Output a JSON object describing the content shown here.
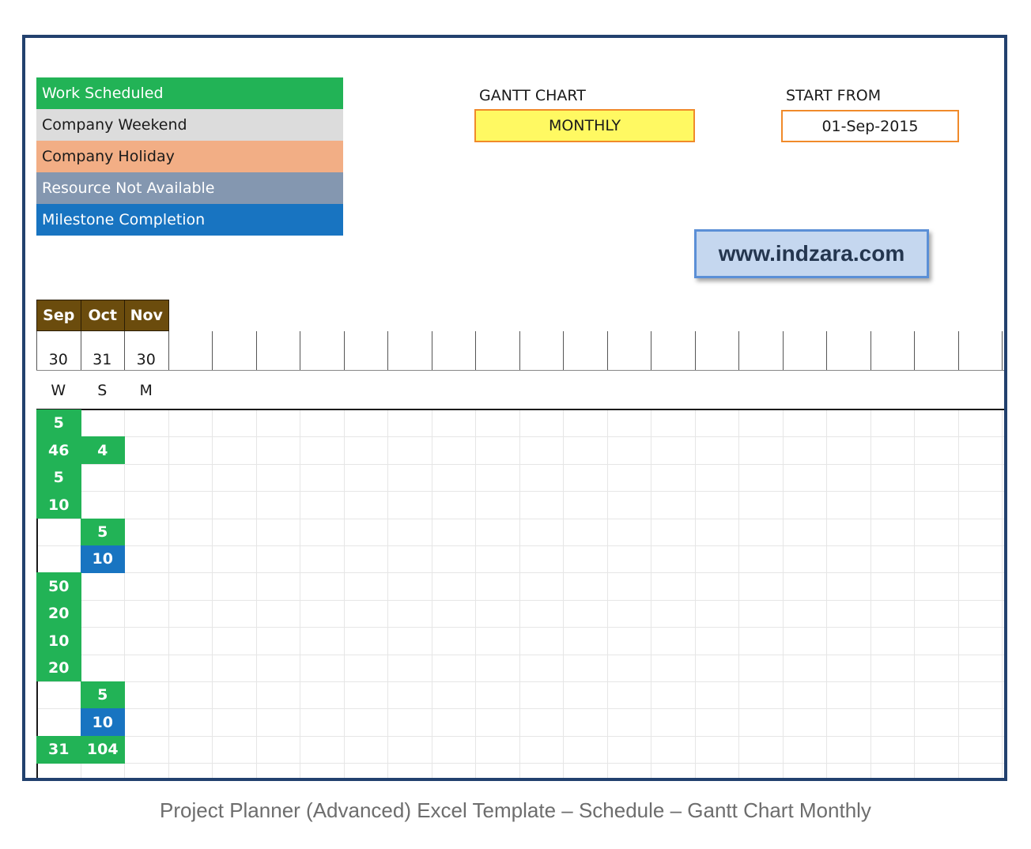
{
  "legend": [
    {
      "label": "Work Scheduled",
      "bg": "#22b356",
      "fg": "#ffffff"
    },
    {
      "label": "Company Weekend",
      "bg": "#dcdcdc",
      "fg": "#1a1a1a"
    },
    {
      "label": "Company Holiday",
      "bg": "#f2ae85",
      "fg": "#1a1a1a"
    },
    {
      "label": "Resource Not Available",
      "bg": "#8497b0",
      "fg": "#ffffff"
    },
    {
      "label": "Milestone Completion",
      "bg": "#1874c1",
      "fg": "#ffffff"
    }
  ],
  "gantt_chart": {
    "label": "GANTT CHART",
    "value": "MONTHLY"
  },
  "start_from": {
    "label": "START FROM",
    "value": "01-Sep-2015"
  },
  "watermark": "www.indzara.com",
  "colors": {
    "work": "#22b356",
    "milestone": "#1874c1",
    "month_header": "#6b4c0d",
    "frame": "#22416e",
    "dropdown_bg": "#fff962",
    "dropdown_border": "#f08a2a"
  },
  "schedule": {
    "months": [
      "Sep",
      "Oct",
      "Nov"
    ],
    "days": [
      "30",
      "31",
      "30"
    ],
    "weekdays": [
      "W",
      "S",
      "M"
    ],
    "rows": [
      [
        {
          "v": "5",
          "t": "work"
        },
        null,
        null
      ],
      [
        {
          "v": "46",
          "t": "work"
        },
        {
          "v": "4",
          "t": "work"
        },
        null
      ],
      [
        {
          "v": "5",
          "t": "work"
        },
        null,
        null
      ],
      [
        {
          "v": "10",
          "t": "work"
        },
        null,
        null
      ],
      [
        null,
        {
          "v": "5",
          "t": "work"
        },
        null
      ],
      [
        null,
        {
          "v": "10",
          "t": "milestone"
        },
        null
      ],
      [
        {
          "v": "50",
          "t": "work"
        },
        null,
        null
      ],
      [
        {
          "v": "20",
          "t": "work"
        },
        null,
        null
      ],
      [
        {
          "v": "10",
          "t": "work"
        },
        null,
        null
      ],
      [
        {
          "v": "20",
          "t": "work"
        },
        null,
        null
      ],
      [
        null,
        {
          "v": "5",
          "t": "work"
        },
        null
      ],
      [
        null,
        {
          "v": "10",
          "t": "milestone"
        },
        null
      ],
      [
        {
          "v": "31",
          "t": "work"
        },
        {
          "v": "104",
          "t": "work"
        },
        null
      ]
    ]
  },
  "caption": "Project Planner (Advanced) Excel Template – Schedule – Gantt Chart Monthly"
}
